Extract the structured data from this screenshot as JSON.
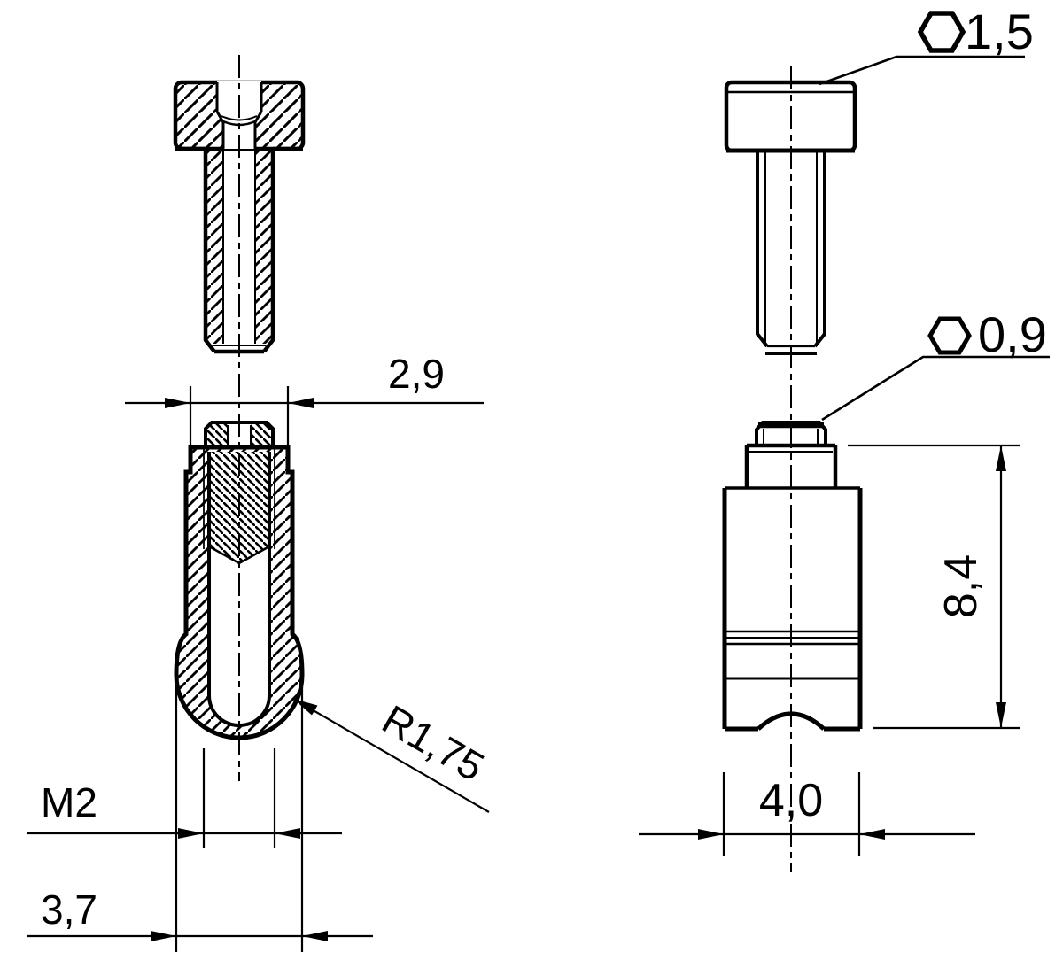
{
  "drawing": {
    "type": "technical-drawing-exploded-screw-and-ball-insert",
    "colors": {
      "ink": "#000000",
      "background": "#ffffff"
    },
    "callouts": {
      "hex_socket_screw": "1,5",
      "hex_socket_insert": "0,9"
    },
    "dimensions": {
      "collar_diameter": "2,9",
      "thread": "M2",
      "outer_diameter": "3,7",
      "ball_radius": "R1,75",
      "insert_height": "8,4",
      "body_diameter": "4,0"
    },
    "icons": {
      "hex_large": "hexagon-socket-symbol",
      "hex_small": "hexagon-socket-symbol"
    }
  }
}
